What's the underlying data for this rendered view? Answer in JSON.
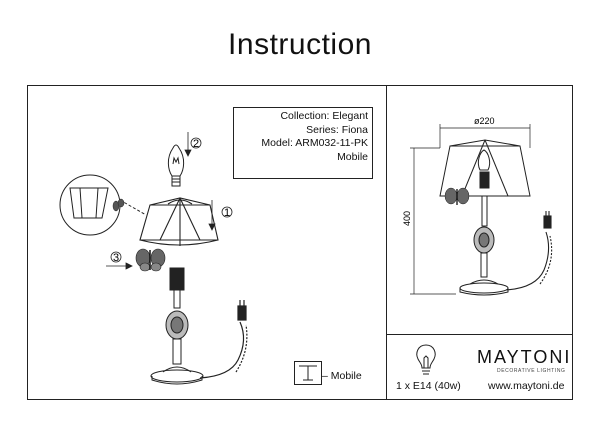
{
  "title": "Instruction",
  "info": {
    "collection": "Collection: Elegant",
    "series": "Series: Fiona",
    "model": "Model: ARM032-11-PK",
    "type": "Mobile"
  },
  "steps": {
    "one": "1",
    "two": "2",
    "three": "3"
  },
  "legend": {
    "mobile_label": "– Mobile"
  },
  "dimensions": {
    "width_label": "ø220",
    "height_label": "400"
  },
  "bulb": {
    "spec": "1 x E14 (40w)"
  },
  "brand": {
    "name": "MAYTONI",
    "subtitle": "DECORATIVE LIGHTING",
    "url": "www.maytoni.de"
  },
  "colors": {
    "line": "#222222",
    "butterfly": "#555555"
  }
}
